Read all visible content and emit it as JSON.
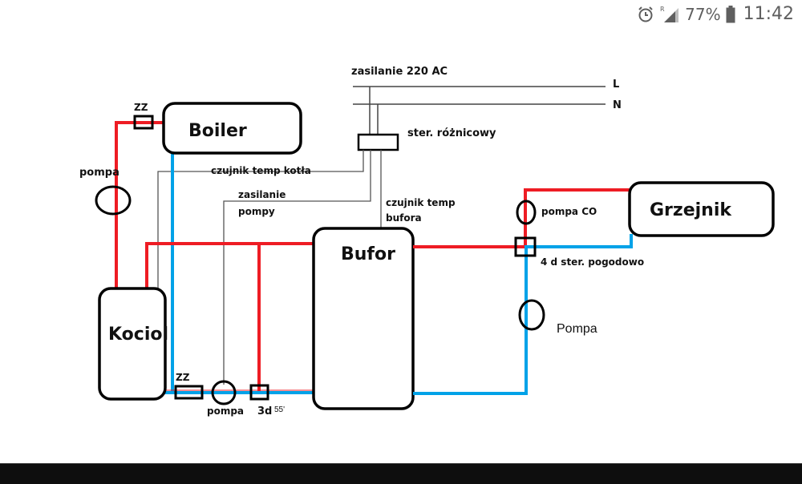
{
  "status_bar": {
    "alarm_icon": "alarm-clock-icon",
    "signal_icon": "signal-roaming-icon",
    "roaming_label": "R",
    "battery_percent": "77%",
    "battery_icon": "battery-icon",
    "time": "11:42"
  },
  "diagram": {
    "power": {
      "title": "zasilanie 220 AC",
      "line_l": "L",
      "line_n": "N"
    },
    "controller_label": "ster. różnicowy",
    "sensor_boiler_temp": "czujnik temp kotła",
    "pump_power_line1": "zasilanie",
    "pump_power_line2": "pompy",
    "sensor_buffer_line1": "czujnik temp",
    "sensor_buffer_line2": "bufora",
    "components": {
      "boiler": "Boiler",
      "kociol": "Kociol",
      "bufor": "Bufor",
      "grzejnik": "Grzejnik"
    },
    "valves": {
      "zz_top": "ZZ",
      "zz_bottom": "ZZ",
      "three_way": "3d",
      "three_way_temp": "55'",
      "four_way": "4 d ster. pogodowo"
    },
    "pumps": {
      "boiler_pump": "pompa",
      "bottom_pump": "pompa",
      "co_pump": "pompa CO",
      "return_pump": "Pompa"
    },
    "colors": {
      "hot": "#ee1c24",
      "cold": "#00a2e8",
      "wire": "#555555",
      "outline": "#000000"
    }
  }
}
